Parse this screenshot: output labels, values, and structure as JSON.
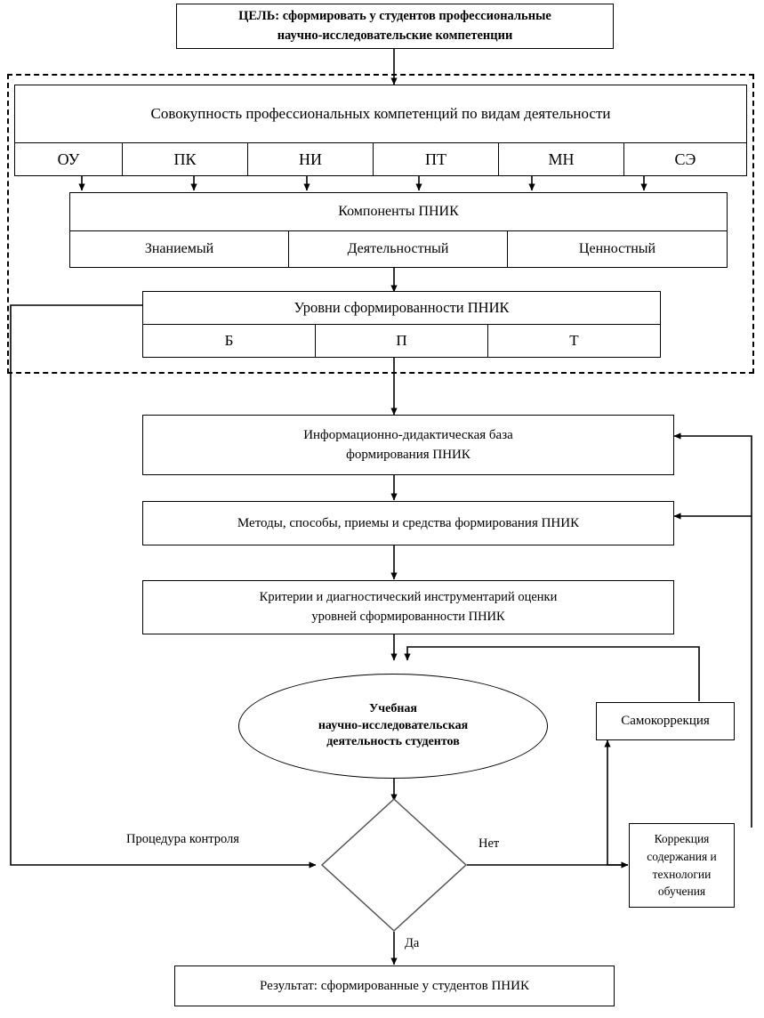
{
  "diagram": {
    "title_box": {
      "line1": "ЦЕЛЬ: сформировать у студентов профессиональные",
      "line2": "научно-исследовательские компетенции"
    },
    "dashed_block_label": "target-block",
    "competency_header": "Совокупность профессиональных компетенций по видам деятельности",
    "competencies": [
      {
        "code": "ОУ"
      },
      {
        "code": "ПК"
      },
      {
        "code": "НИ"
      },
      {
        "code": "ПТ"
      },
      {
        "code": "МН"
      },
      {
        "code": "СЭ"
      }
    ],
    "components_header": "Компоненты ПНИК",
    "components": [
      {
        "name": "Знаниемый"
      },
      {
        "name": "Деятельностный"
      },
      {
        "name": "Ценностный"
      }
    ],
    "levels_header": "Уровни сформированности ПНИК",
    "levels": [
      {
        "code": "Б"
      },
      {
        "code": "П"
      },
      {
        "code": "Т"
      }
    ],
    "process": {
      "info_base_line1": "Информационно-дидактическая база",
      "info_base_line2": "формирования ПНИК",
      "methods": "Методы, способы, приемы и средства формирования ПНИК",
      "criteria_line1": "Критерии и диагностический инструментарий оценки",
      "criteria_line2": "уровней сформированности ПНИК"
    },
    "activity_ellipse": {
      "line1": "Учебная",
      "line2": "научно-исследовательская",
      "line3": "деятельность студентов"
    },
    "self_correction": "Самокоррекция",
    "correction_box": {
      "line1": "Коррекция",
      "line2": "содержания и",
      "line3": "технологии",
      "line4": "обучения"
    },
    "edge_labels": {
      "control_procedure": "Процедура контроля",
      "no": "Нет",
      "yes": "Да"
    },
    "result_box": "Результат: сформированные у студентов ПНИК",
    "colors": {
      "line": "#000000",
      "background": "#ffffff",
      "text": "#000000"
    }
  }
}
